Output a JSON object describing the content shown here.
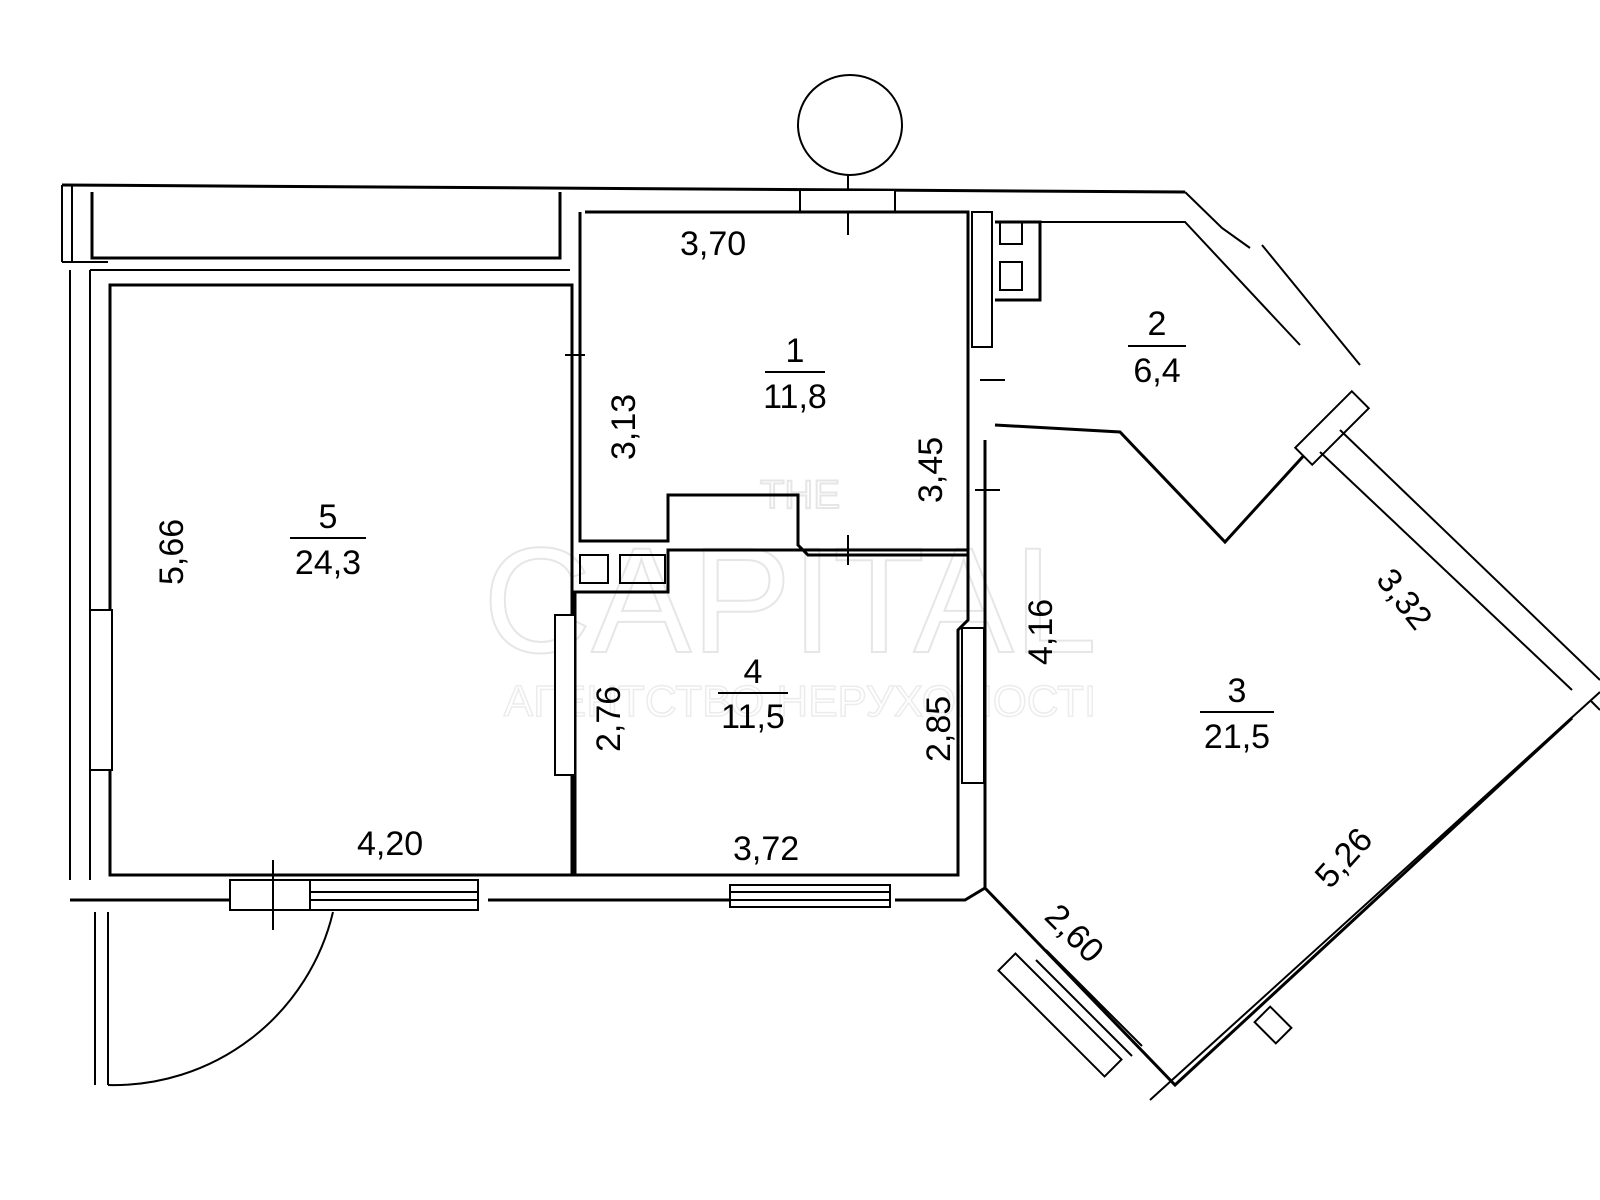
{
  "rooms": [
    {
      "number": "1",
      "area": "11,8"
    },
    {
      "number": "2",
      "area": "6,4"
    },
    {
      "number": "3",
      "area": "21,5"
    },
    {
      "number": "4",
      "area": "11,5"
    },
    {
      "number": "5",
      "area": "24,3"
    }
  ],
  "dimensions": {
    "d1_top": "3,70",
    "d1_left": "3,13",
    "d1_right": "3,45",
    "d5_left": "5,66",
    "d5_bottom": "4,20",
    "d4_left": "2,76",
    "d4_right": "2,85",
    "d4_bottom": "3,72",
    "d3_left": "4,16",
    "d3_upper_right": "3,32",
    "d3_lower_right": "5,26",
    "d3_bottom_left": "2,60"
  },
  "watermark": {
    "line1": "THE",
    "line2": "CAPITAL",
    "line3": "АГЕНТСТВО НЕРУХОМОСТІ"
  }
}
